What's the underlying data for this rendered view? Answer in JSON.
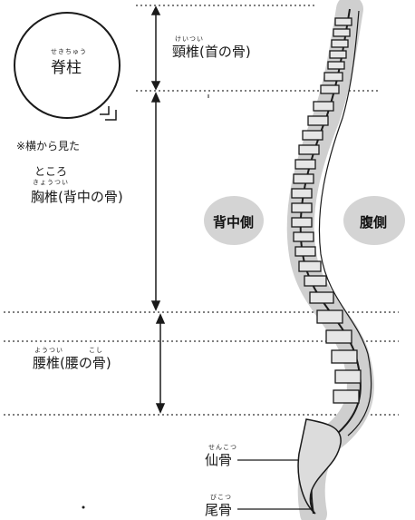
{
  "title_circle": {
    "ruby": "せきちゅう",
    "text": "脊柱"
  },
  "note": {
    "line1": "※横から見た",
    "line2": "ところ"
  },
  "cervical": {
    "ruby": "けいつい",
    "text": "頸椎(首の骨)"
  },
  "thoracic": {
    "ruby": "きょうつい",
    "text": "胸椎(背中の骨)"
  },
  "lumbar": {
    "ruby1": "ようつい",
    "ruby2": "こし",
    "text": "腰椎(腰の骨)"
  },
  "sacrum": {
    "ruby": "せんこつ",
    "text": "仙骨"
  },
  "coccyx": {
    "ruby": "びこつ",
    "text": "尾骨"
  },
  "back_side": "背中側",
  "belly_side": "腹側",
  "colors": {
    "ink": "#1a1a1a",
    "blob": "#cfcfcf"
  }
}
